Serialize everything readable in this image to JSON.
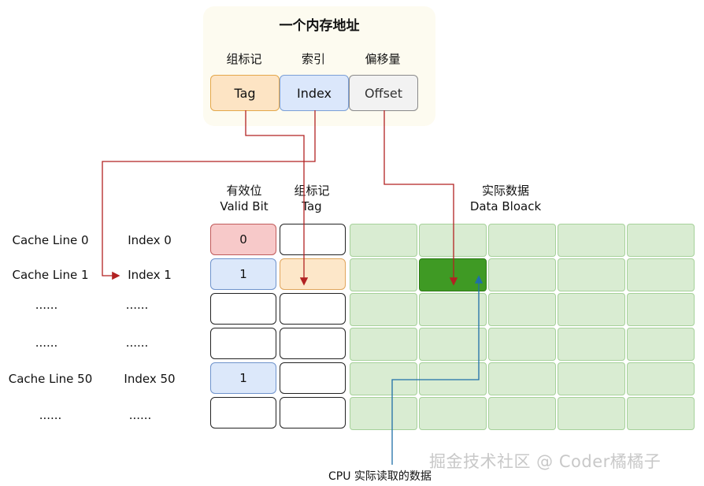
{
  "address": {
    "title": "一个内存地址",
    "labels": [
      "组标记",
      "索引",
      "偏移量"
    ],
    "fields": [
      "Tag",
      "Index",
      "Offset"
    ]
  },
  "columns": {
    "valid_bit": [
      "有效位",
      "Valid Bit"
    ],
    "tag": [
      "组标记",
      "Tag"
    ],
    "data_block": [
      "实际数据",
      "Data Bloack"
    ]
  },
  "rows": [
    {
      "cache_line": "Cache Line 0",
      "index": "Index 0",
      "valid": "0"
    },
    {
      "cache_line": "Cache Line 1",
      "index": "Index 1",
      "valid": "1"
    },
    {
      "cache_line": "......",
      "index": "......",
      "valid": ""
    },
    {
      "cache_line": "......",
      "index": "......",
      "valid": ""
    },
    {
      "cache_line": "Cache Line 50",
      "index": "Index 50",
      "valid": "1"
    },
    {
      "cache_line": "......",
      "index": "......",
      "valid": ""
    }
  ],
  "cpu_label": "CPU 实际读取的数据",
  "watermark": "掘金技术社区 @ Coder橘橘子",
  "colors": {
    "arrow_red": "#b22222",
    "arrow_blue": "#1f6fa8",
    "data_green": "#d9ecd2",
    "data_selected": "#3f9a24"
  }
}
